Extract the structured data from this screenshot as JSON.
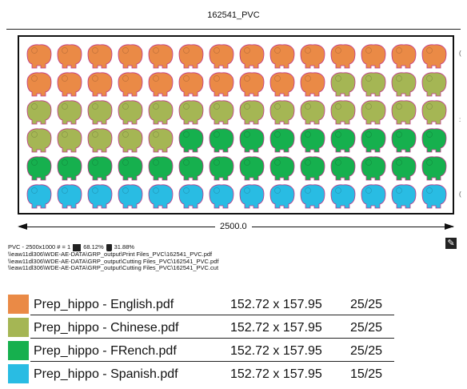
{
  "header": {
    "title": "162541_PVC"
  },
  "sheet": {
    "rows": [
      [
        "orange",
        "orange",
        "orange",
        "orange",
        "orange",
        "orange",
        "orange",
        "orange",
        "orange",
        "orange",
        "orange",
        "orange",
        "orange",
        "orange"
      ],
      [
        "orange",
        "orange",
        "orange",
        "orange",
        "orange",
        "orange",
        "orange",
        "orange",
        "orange",
        "orange",
        "olive",
        "olive",
        "olive",
        "olive"
      ],
      [
        "olive",
        "olive",
        "olive",
        "olive",
        "olive",
        "olive",
        "olive",
        "olive",
        "olive",
        "olive",
        "olive",
        "olive",
        "olive",
        "olive"
      ],
      [
        "olive",
        "olive",
        "olive",
        "olive",
        "olive",
        "green",
        "green",
        "green",
        "green",
        "green",
        "green",
        "green",
        "green",
        "green"
      ],
      [
        "green",
        "green",
        "green",
        "green",
        "green",
        "green",
        "green",
        "green",
        "green",
        "green",
        "green",
        "green",
        "green",
        "green"
      ],
      [
        "cyan",
        "cyan",
        "cyan",
        "cyan",
        "cyan",
        "cyan",
        "cyan",
        "cyan",
        "cyan",
        "cyan",
        "cyan",
        "cyan",
        "cyan",
        "cyan"
      ]
    ],
    "colors": {
      "orange": "#EA8A46",
      "olive": "#A5B654",
      "green": "#16B04E",
      "cyan": "#29BCE3"
    },
    "shape_icon": "hippo-sticker-icon"
  },
  "dimension": {
    "width_label": "2500.0"
  },
  "toolbar": {
    "edit_icon": "edit-icon"
  },
  "info": {
    "summary_prefix": "PVC - 2500x1000 # = 1",
    "usage_percent": "68.12%",
    "waste_percent": "31.88%",
    "paths": [
      "\\\\eaw11dl306\\WDE-AE-DATA\\GRP_output\\Print Files_PVC\\162541_PVC.pdf",
      "\\\\eaw11dl306\\WDE-AE-DATA\\GRP_output\\Cutting Files_PVC\\162541_PVC.pdf",
      "\\\\eaw11dl306\\WDE-AE-DATA\\GRP_output\\Cutting Files_PVC\\162541_PVC.cut"
    ]
  },
  "legend": [
    {
      "color": "#EA8A46",
      "name": "Prep_hippo - English.pdf",
      "size": "152.72 x 157.95",
      "count": "25/25"
    },
    {
      "color": "#A5B654",
      "name": "Prep_hippo - Chinese.pdf",
      "size": "152.72 x 157.95",
      "count": "25/25"
    },
    {
      "color": "#16B04E",
      "name": "Prep_hippo - FRench.pdf",
      "size": "152.72 x 157.95",
      "count": "25/25"
    },
    {
      "color": "#29BCE3",
      "name": "Prep_hippo - Spanish.pdf",
      "size": "152.72 x 157.95",
      "count": "15/25"
    }
  ]
}
